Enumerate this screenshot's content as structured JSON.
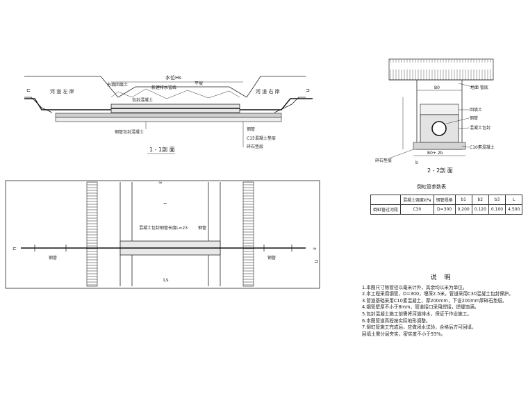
{
  "section_1": {
    "water_level": "水位Hs",
    "left_bank": "河 道 左 岸",
    "right_bank": "河 道 右 岸",
    "label_backfill": "夯填回填土",
    "label_drain": "新建排水管线",
    "label_pipe_conc": "包封混凝土",
    "label_flat_slope": "平坡",
    "label_steel_pipe": "钢管包封混凝土",
    "label_steel": "钢管",
    "label_c15": "C15混凝土垫层",
    "label_gravel": "碎石垫层",
    "title": "1 - 1剖 面"
  },
  "section_2": {
    "label_width": "B0",
    "label_water": "地面 管底",
    "label_backfill": "回填土",
    "label_pipe": "钢管",
    "label_conc": "混凝土包封",
    "label_stone": "碎石垫层",
    "label_b": "b",
    "label_b0": "B0+ 2b",
    "label_c10": "C10素混凝土",
    "title": "2 - 2剖 面"
  },
  "plan": {
    "label_crossing": "混凝土包封钢管长度L=23",
    "label_pipe_center": "钢管",
    "label_left_pipe": "钢管",
    "label_right_pipe": "钢管",
    "label_top": "⌐",
    "label_ls": "Ls"
  },
  "param_table": {
    "caption": "倒虹管参数表",
    "headers": [
      "",
      "混凝土强度kPa",
      "钢管规格",
      "b1",
      "b2",
      "b3",
      "L"
    ],
    "row_label": "倒虹管过河段",
    "row_values": [
      "C30",
      "D=300",
      "0.200",
      "0.120",
      "0.100",
      "4.500"
    ]
  },
  "notes": {
    "title": "说 明",
    "items": [
      "1.本图尺寸除管径以毫米计外，其余均以米为单位。",
      "2.本工程采用钢管，D=300，埋深2.5米，管道采用C30混凝土包封保护。",
      "3.管道基础采用C10素混凝土，厚200mm，下设200mm厚碎石垫层。",
      "4.钢管壁厚不小于8mm，管道接口采用焊接，焊缝饱满。",
      "5.包封混凝土施工前需将河道排水，保证干作业施工。",
      "6.本图管道高程按实际地形调整。",
      "7.倒虹管施工完成后，应做闭水试验，合格后方可回填，",
      "  回填土需分层夯实，密实度不小于93%。"
    ]
  }
}
